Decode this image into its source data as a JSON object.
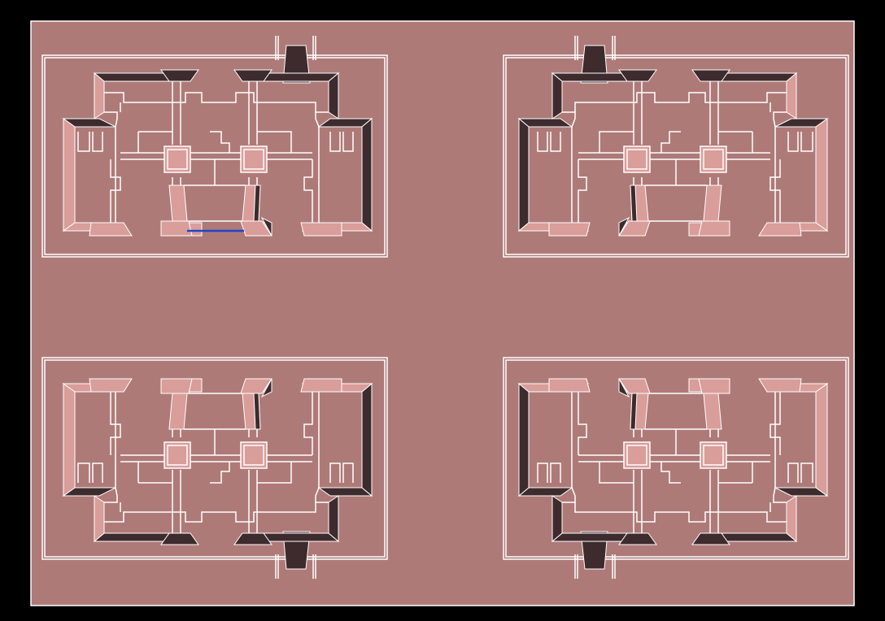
{
  "canvas": {
    "background": "#000000",
    "sheet_fill": "#ae7a78"
  },
  "colors": {
    "line": "#ffffff",
    "light_face": "#d99d9a",
    "dark_face": "#3e2b2d",
    "selection": "#1f45c8"
  },
  "plans": [
    {
      "id": "plan-top-left",
      "orientation": "upright",
      "entry_side": "top-right",
      "selected_segment": true
    },
    {
      "id": "plan-top-right",
      "orientation": "upright",
      "entry_side": "top-left",
      "selected_segment": false
    },
    {
      "id": "plan-bottom-left",
      "orientation": "flipped",
      "entry_side": "bottom-right",
      "selected_segment": false
    },
    {
      "id": "plan-bottom-right",
      "orientation": "flipped",
      "entry_side": "bottom-left",
      "selected_segment": false
    }
  ]
}
